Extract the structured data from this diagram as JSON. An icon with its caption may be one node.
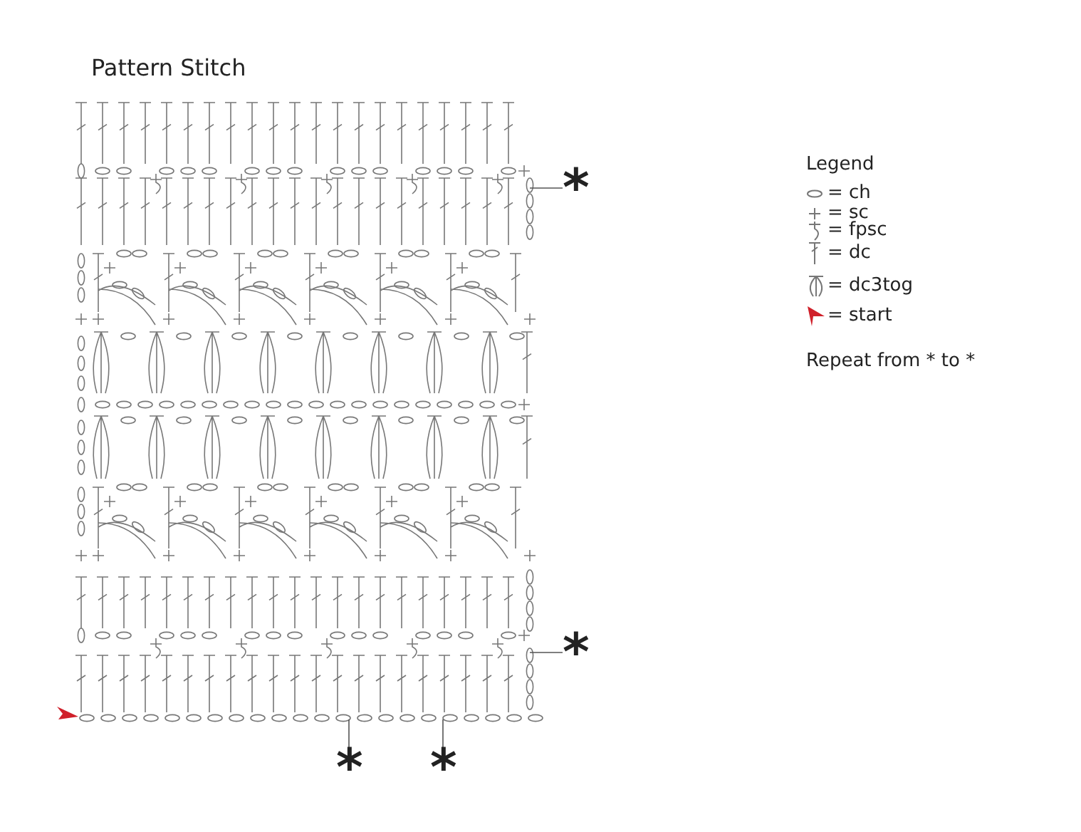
{
  "diagram": {
    "title": "Pattern Stitch",
    "labels": [
      "Legend",
      "*",
      "Repeat from * to *",
      "*",
      "*",
      "*"
    ],
    "legend": [
      {
        "text": "= ch"
      },
      {
        "text": "= sc"
      },
      {
        "text": "= fpsc"
      },
      {
        "text": "= dc"
      },
      {
        "text": "= dc3tog"
      },
      {
        "text": "= start"
      }
    ]
  }
}
